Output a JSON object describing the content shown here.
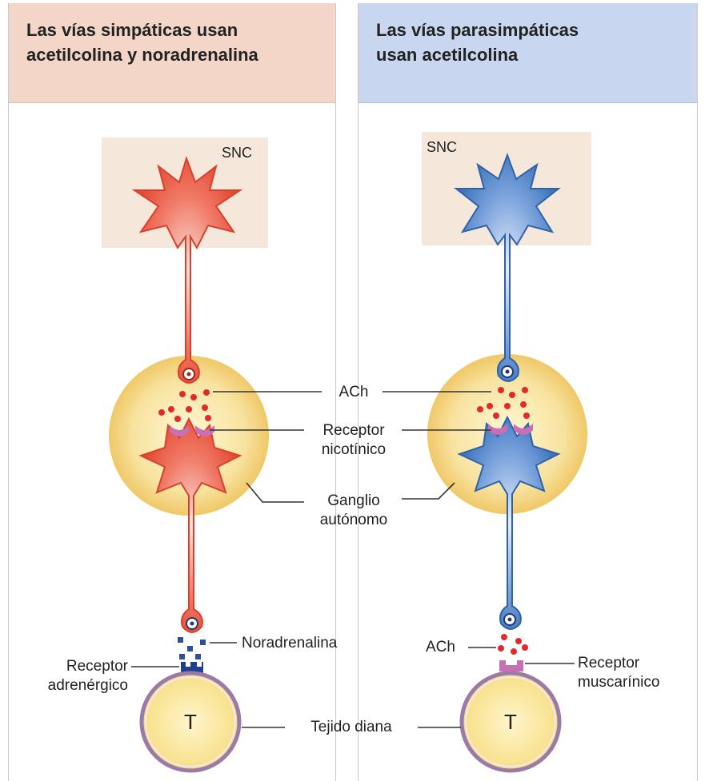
{
  "panels": {
    "left": {
      "title": "Las vías simpáticas usan\nacetilcolina y noradrenalina",
      "cns_label": "SNC",
      "target_letter": "T"
    },
    "right": {
      "title": "Las vías parasimpáticas\nusan acetilcolina",
      "cns_label": "SNC",
      "target_letter": "T"
    }
  },
  "labels": {
    "ach_ganglion": "ACh",
    "nicotinic_receptor": "Receptor\nnicotínico",
    "autonomic_ganglion": "Ganglio\nautónomo",
    "noradrenaline": "Noradrenalina",
    "adrenergic_receptor": "Receptor\nadrenérgico",
    "ach_target": "ACh",
    "muscarinic_receptor": "Receptor\nmuscarínico",
    "target_tissue": "Tejido diana"
  },
  "colors": {
    "sympathetic_neuron": "#e8503a",
    "parasympathetic_neuron": "#3f78c0",
    "ganglion": "#f6d98c",
    "neurotransmitter_dot": "#e02b2b",
    "noradrenaline_dot": "#2f4f9a",
    "receptor_nicotinic": "#c96fb3",
    "target_fill": "#f8e59a",
    "target_ring": "#9a7aa8"
  }
}
